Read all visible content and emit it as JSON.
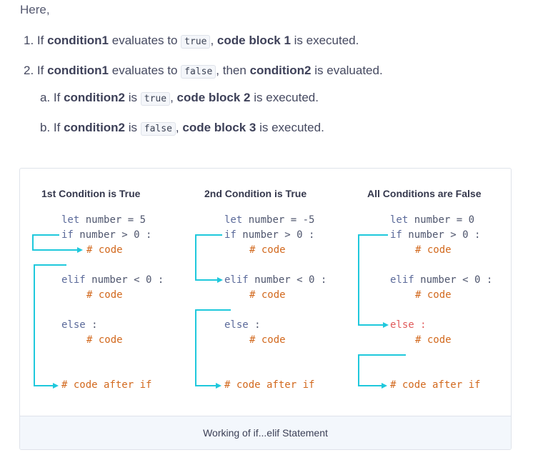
{
  "intro": "Here,",
  "items": [
    {
      "prefix": "1. If ",
      "b1": "condition1",
      "mid1": " evaluates to ",
      "code": "true",
      "mid2": ", ",
      "b2": "code block 1",
      "end": " is executed."
    },
    {
      "prefix": "2. If ",
      "b1": "condition1",
      "mid1": " evaluates to ",
      "code": "false",
      "mid2": ", then ",
      "b2": "condition2",
      "end": " is evaluated."
    },
    {
      "prefix": "a. If ",
      "b1": "condition2",
      "mid1": " is ",
      "code": "true",
      "mid2": ", ",
      "b2": "code block 2",
      "end": " is executed."
    },
    {
      "prefix": "b. If ",
      "b1": "condition2",
      "mid1": " is ",
      "code": "false",
      "mid2": ", ",
      "b2": "code block 3",
      "end": " is executed."
    }
  ],
  "figure": {
    "caption": "Working of if...elif Statement",
    "columns": [
      {
        "title": "1st Condition is True",
        "let": "let",
        "assign": " number = 5",
        "if": "if",
        "if_rest": " number > 0 :",
        "code1": "# code",
        "elif": "elif",
        "elif_rest": " number < 0 :",
        "code2": "# code",
        "else": "else",
        "else_rest": " :",
        "code3": "# code",
        "after": "# code after if"
      },
      {
        "title": "2nd Condition is True",
        "let": "let",
        "assign": " number = -5",
        "if": "if",
        "if_rest": " number > 0 :",
        "code1": "# code",
        "elif": "elif",
        "elif_rest": " number < 0 :",
        "code2": "# code",
        "else": "else",
        "else_rest": " :",
        "code3": "# code",
        "after": "# code after if"
      },
      {
        "title": "All Conditions are False",
        "let": "let",
        "assign": " number = 0",
        "if": "if",
        "if_rest": " number > 0 :",
        "code1": "# code",
        "elif": "elif",
        "elif_rest": " number < 0 :",
        "code2": "# code",
        "else": "else",
        "else_rest": " :",
        "code3": "# code",
        "after": "# code after if"
      }
    ]
  },
  "colors": {
    "arrow": "#1fc8dc",
    "comment": "#d2691e",
    "keyword": "#5b6a9a",
    "highlight": "#e05a5a"
  }
}
